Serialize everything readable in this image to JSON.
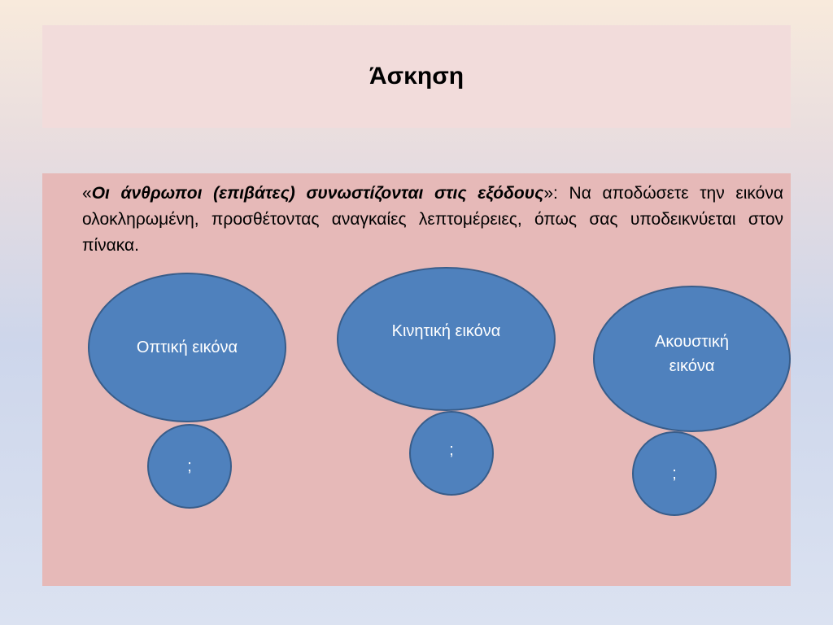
{
  "slide": {
    "title": "Άσκηση",
    "instruction": {
      "open_quote": "«",
      "quoted": "Οι άνθρωποι (επιβάτες) συνωστίζονται στις εξόδους",
      "close_quote": "»",
      "rest": ": Να αποδώσετε την εικόνα ολοκληρωμένη, προσθέτοντας  αναγκαίες λεπτομέρειες, όπως σας υποδεικνύεται στον πίνακα."
    },
    "diagram": {
      "nodes": [
        {
          "label": "Οπτική εικόνα",
          "answer": ";"
        },
        {
          "label": "Κινητική εικόνα",
          "answer": ";"
        },
        {
          "label": "Ακουστική εικόνα",
          "answer": ";"
        }
      ]
    },
    "colors": {
      "node_fill": "#4f81bd",
      "node_border": "#385d8a",
      "title_bg": "#f2dcdb",
      "content_bg": "#e6b9b8"
    }
  }
}
